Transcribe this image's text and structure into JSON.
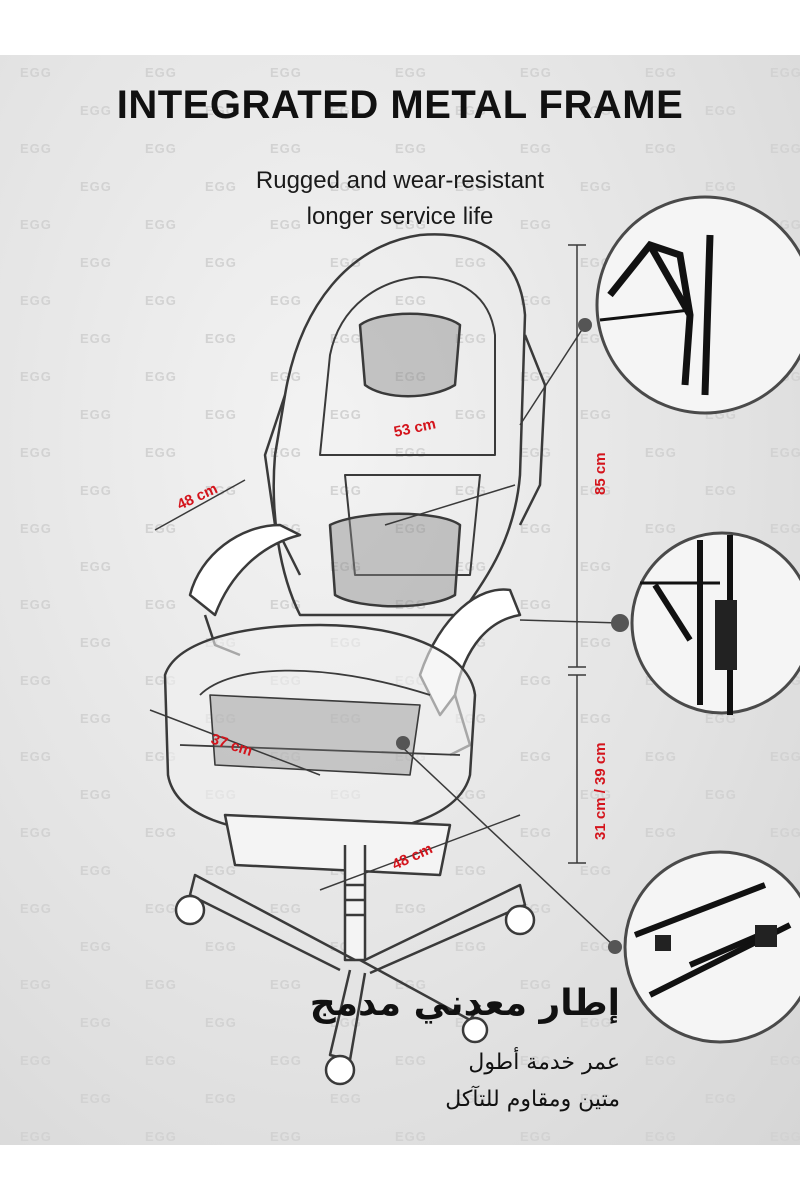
{
  "heading": "INTEGRATED METAL FRAME",
  "subheading_line1": "Rugged and wear-resistant",
  "subheading_line2": "longer service life",
  "dimensions": {
    "backrest_width": "53 cm",
    "armrest_span": "48 cm",
    "backrest_height": "85 cm",
    "seat_width": "37 cm",
    "seat_depth": "48 cm",
    "seat_height": "31 cm / 39 cm"
  },
  "arabic_heading": "إطار معدني مدمج",
  "arabic_line1": "عمر خدمة أطول",
  "arabic_line2": "متين ومقاوم للتآكل",
  "watermark_text": "EGG",
  "colors": {
    "dimension_text": "#d4141c",
    "lines": "#3a3a3a",
    "background": "#e6e6e6"
  }
}
